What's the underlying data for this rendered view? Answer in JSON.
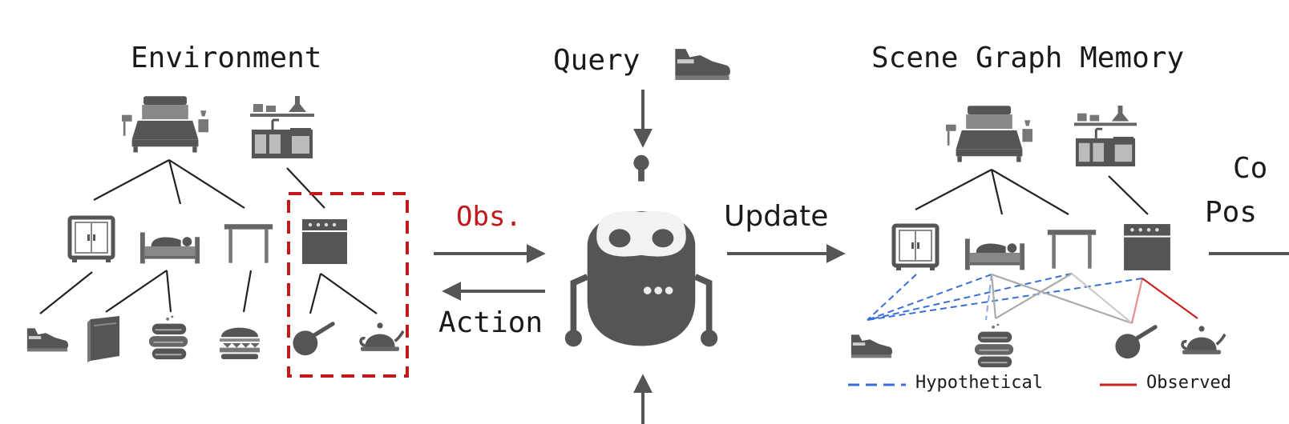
{
  "titles": {
    "environment": "Environment",
    "query": "Query",
    "scene_graph_memory": "Scene Graph Memory"
  },
  "arrows": {
    "obs": "Obs.",
    "update": "Update",
    "action": "Action"
  },
  "cut_text": {
    "line1": "Co",
    "line2": "Pos"
  },
  "legend": {
    "hypothetical": "Hypothetical",
    "observed": "Observed"
  },
  "colors": {
    "icon": "#555555",
    "obs_text": "#c0181b",
    "highlight_box": "#c0181b",
    "hypothetical_edge": "#3a6fd8",
    "observed_edge": "#d02020"
  },
  "icons": {
    "query": "shoe-icon",
    "env_rooms": [
      "bedroom-icon",
      "kitchen-icon"
    ],
    "env_furniture": [
      "wardrobe-icon",
      "bed-icon",
      "table-icon",
      "stove-icon"
    ],
    "env_objects": [
      "shoe-icon",
      "book-icon",
      "towel-icon",
      "burger-icon",
      "pan-icon",
      "kettle-icon"
    ],
    "agent": "robot-icon",
    "memory_rooms": [
      "bedroom-icon",
      "kitchen-icon"
    ],
    "memory_furniture": [
      "wardrobe-icon",
      "bed-icon",
      "table-icon",
      "stove-icon"
    ],
    "memory_objects": [
      "shoe-icon",
      "towel-icon",
      "pan-icon",
      "kettle-icon"
    ]
  }
}
